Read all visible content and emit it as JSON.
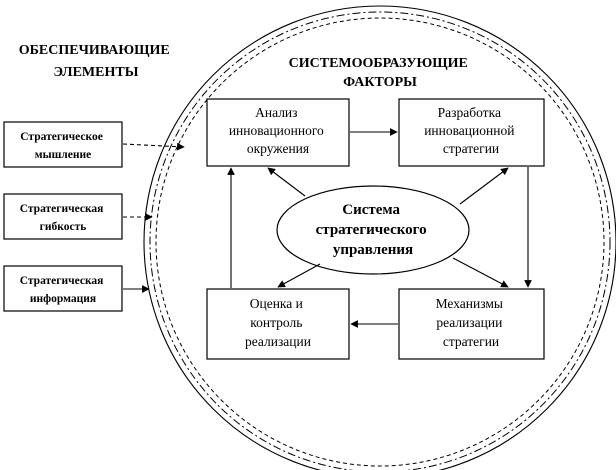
{
  "left_title": [
    "ОБЕСПЕЧИВАЮЩИЕ",
    "ЭЛЕМЕНТЫ"
  ],
  "right_title": [
    "СИСТЕМООБРАЗУЮЩИЕ",
    "ФАКТОРЫ"
  ],
  "boxes": {
    "analysis": [
      "Анализ",
      "инновационного",
      "окружения"
    ],
    "development": [
      "Разработка",
      "инновационной",
      "стратегии"
    ],
    "evaluation": [
      "Оценка и",
      "контроль",
      "реализации"
    ],
    "mechanisms": [
      "Механизмы",
      "реализации",
      "стратегии"
    ]
  },
  "center": [
    "Система",
    "стратегического",
    "управления"
  ],
  "side_elements": [
    [
      "Стратегическое",
      "мышление"
    ],
    [
      "Стратегическая",
      "гибкость"
    ],
    [
      "Стратегическая",
      "информация"
    ]
  ]
}
